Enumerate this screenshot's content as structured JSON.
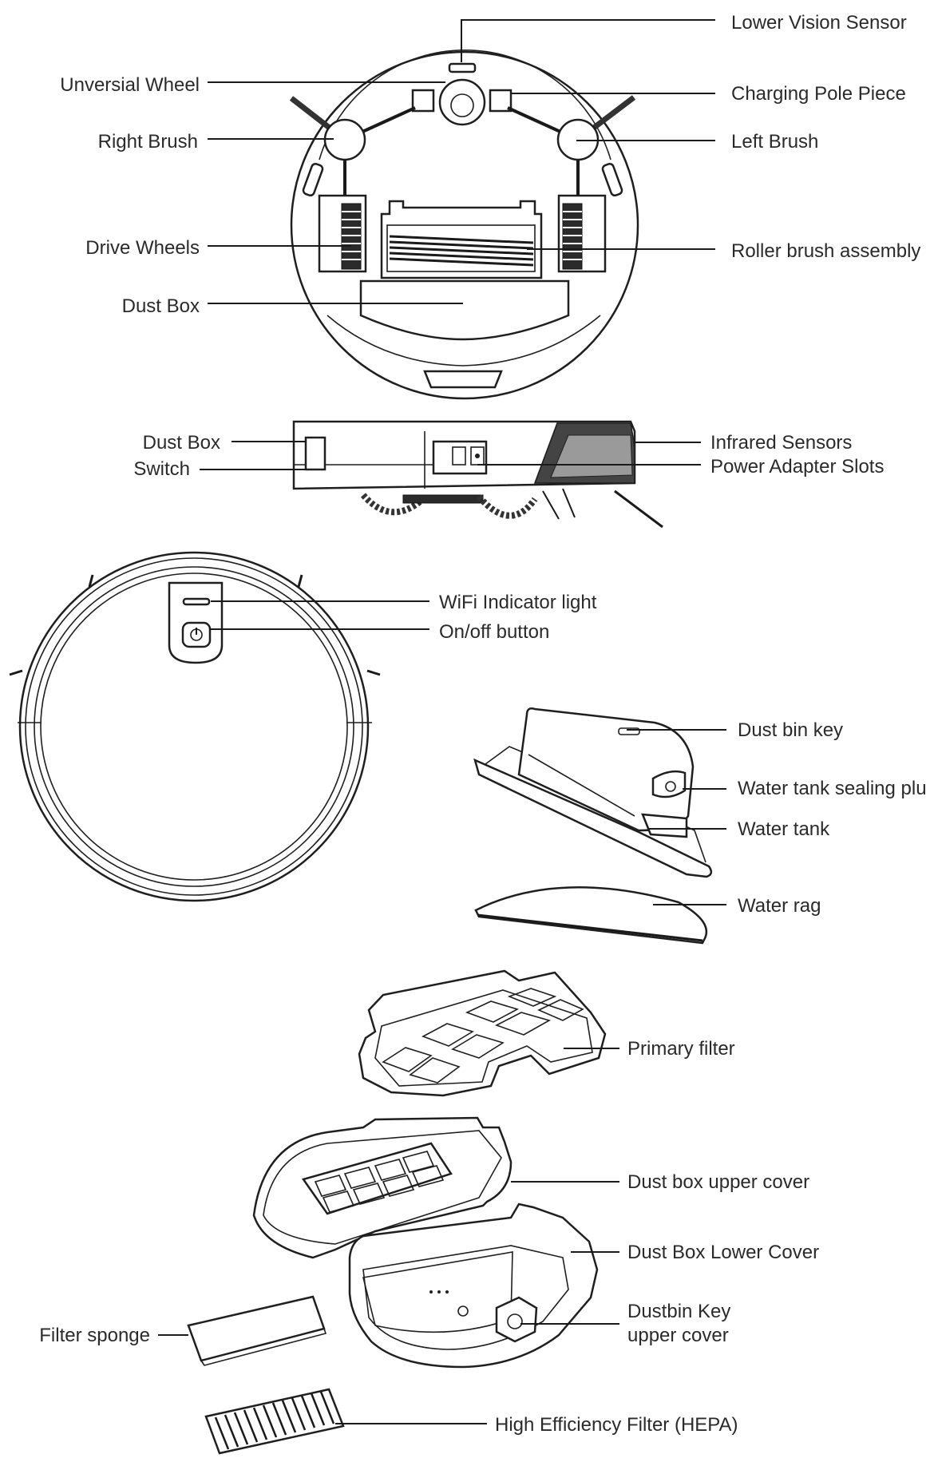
{
  "colors": {
    "line": "#1a1a1a",
    "text": "#2a2a2a",
    "background": "#ffffff"
  },
  "bottom_view": {
    "labels": {
      "lower_vision_sensor": "Lower Vision Sensor",
      "unversial_wheel": "Unversial Wheel",
      "charging_pole_piece": "Charging Pole Piece",
      "right_brush": "Right Brush",
      "left_brush": "Left Brush",
      "drive_wheels": "Drive Wheels",
      "roller_brush_assembly": "Roller brush assembly",
      "dust_box": "Dust Box"
    }
  },
  "side_view": {
    "labels": {
      "dust_box": "Dust Box",
      "switch": "Switch",
      "infrared_sensors": "Infrared Sensors",
      "power_adapter_slots": "Power Adapter Slots"
    }
  },
  "top_view": {
    "labels": {
      "wifi_indicator_light": "WiFi Indicator light",
      "on_off_button": "On/off button"
    }
  },
  "water_tank": {
    "labels": {
      "dust_bin_key": "Dust bin key",
      "water_tank_sealing_plug": "Water tank sealing plu",
      "water_tank": "Water tank",
      "water_rag": "Water rag"
    }
  },
  "dust_box_assembly": {
    "labels": {
      "primary_filter": "Primary filter",
      "dust_box_upper_cover": "Dust box upper cover",
      "dust_box_lower_cover": "Dust Box Lower Cover",
      "dustbin_key_line1": "Dustbin Key",
      "dustbin_key_line2": "upper cover",
      "filter_sponge": "Filter sponge",
      "hepa_filter": "High Efficiency Filter (HEPA)"
    }
  }
}
